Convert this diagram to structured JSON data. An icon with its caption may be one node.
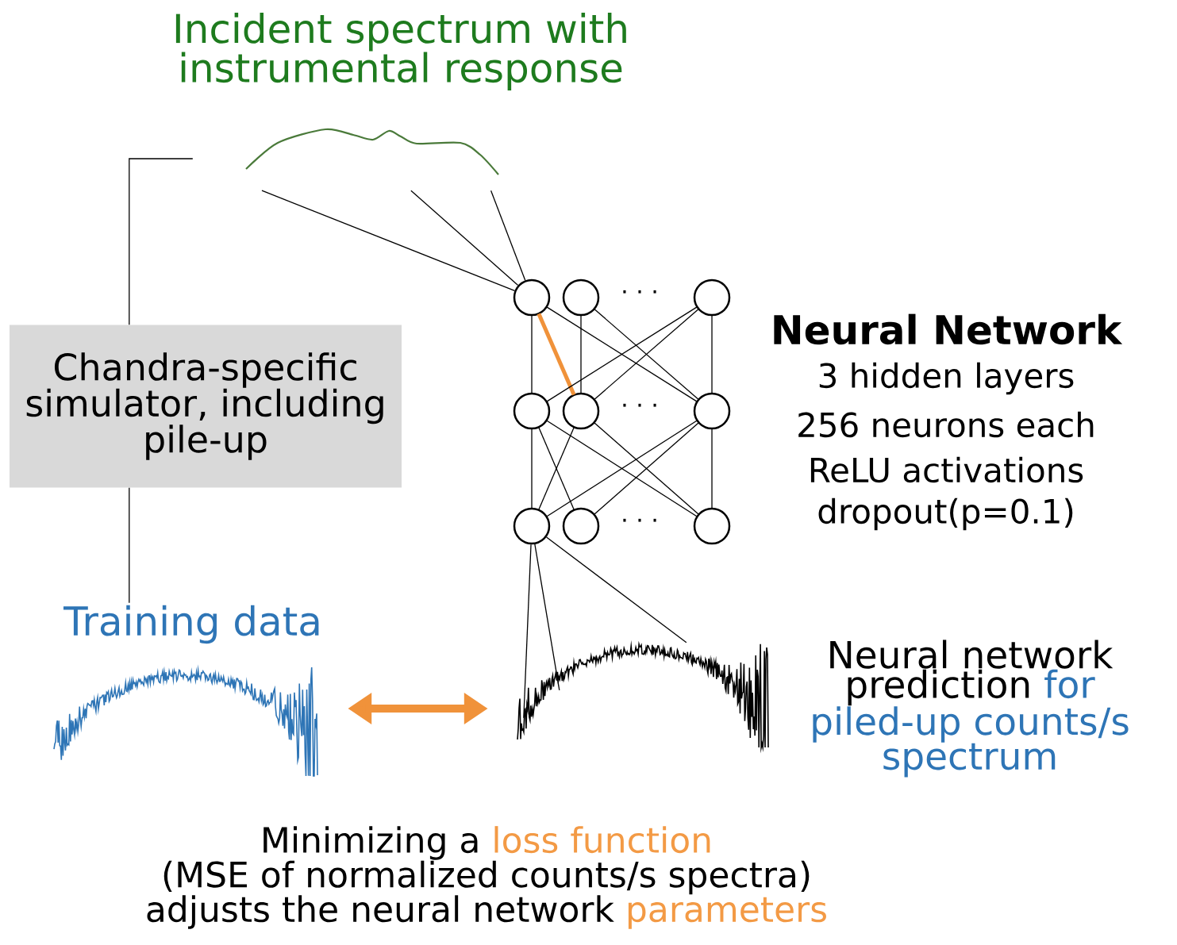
{
  "diagram": {
    "nodes": [
      {
        "text": [
          "Incident spectrum with instrumental response"
        ]
      },
      {
        "text": [
          "Chandra-specific simulator, including pile-up"
        ]
      },
      {
        "text": [],
        "shape": "circle"
      },
      {
        "text": [],
        "shape": "circle"
      },
      {
        "text": [],
        "shape": "circle"
      },
      {
        "text": [],
        "shape": "circle"
      },
      {
        "text": [],
        "shape": "circle"
      },
      {
        "text": [],
        "shape": "circle"
      },
      {
        "text": [],
        "shape": "circle"
      },
      {
        "text": [],
        "shape": "circle"
      },
      {
        "text": [],
        "shape": "circle"
      },
      {
        "text": [
          "Training data"
        ]
      },
      {
        "text": [
          "Neural network prediction",
          "for piled-up counts/s spectrum"
        ]
      }
    ],
    "edges": [
      {
        "from": 0,
        "to": 2,
        "arrow": "none"
      },
      {
        "from": 0,
        "to": 2,
        "arrow": "none"
      },
      {
        "from": 0,
        "to": 2,
        "arrow": "none"
      },
      {
        "from": 0,
        "to": 1,
        "arrow": "none"
      },
      {
        "from": 1,
        "to": 11,
        "arrow": "none"
      },
      {
        "from": 2,
        "to": 5,
        "arrow": "none"
      },
      {
        "from": 2,
        "to": 6,
        "arrow": "none",
        "style": "thick",
        "color": "#f0923a"
      },
      {
        "from": 2,
        "to": 7,
        "arrow": "none"
      },
      {
        "from": 3,
        "to": 6,
        "arrow": "none"
      },
      {
        "from": 3,
        "to": 7,
        "arrow": "none"
      },
      {
        "from": 4,
        "to": 5,
        "arrow": "none"
      },
      {
        "from": 4,
        "to": 6,
        "arrow": "none"
      },
      {
        "from": 4,
        "to": 7,
        "arrow": "none"
      },
      {
        "from": 5,
        "to": 8,
        "arrow": "none"
      },
      {
        "from": 5,
        "to": 9,
        "arrow": "none"
      },
      {
        "from": 5,
        "to": 10,
        "arrow": "none"
      },
      {
        "from": 6,
        "to": 8,
        "arrow": "none"
      },
      {
        "from": 6,
        "to": 10,
        "arrow": "none"
      },
      {
        "from": 7,
        "to": 8,
        "arrow": "none"
      },
      {
        "from": 7,
        "to": 9,
        "arrow": "none"
      },
      {
        "from": 7,
        "to": 10,
        "arrow": "none"
      },
      {
        "from": 8,
        "to": 12,
        "arrow": "none"
      },
      {
        "from": 8,
        "to": 12,
        "arrow": "none"
      },
      {
        "from": 8,
        "to": 12,
        "arrow": "none"
      },
      {
        "from": 11,
        "to": 12,
        "arrow": "both",
        "style": "thick",
        "color": "#f0923a"
      }
    ],
    "labels": [
      "· · ·",
      "· · ·",
      "· · ·",
      "Neural Network",
      "3 hidden layers",
      "256 neurons each",
      "ReLU activations",
      "dropout(p=0.1)",
      "Minimizing a",
      "loss function",
      "(MSE of normalized counts/s spectra) adjusts the neural network",
      "parameters"
    ]
  }
}
